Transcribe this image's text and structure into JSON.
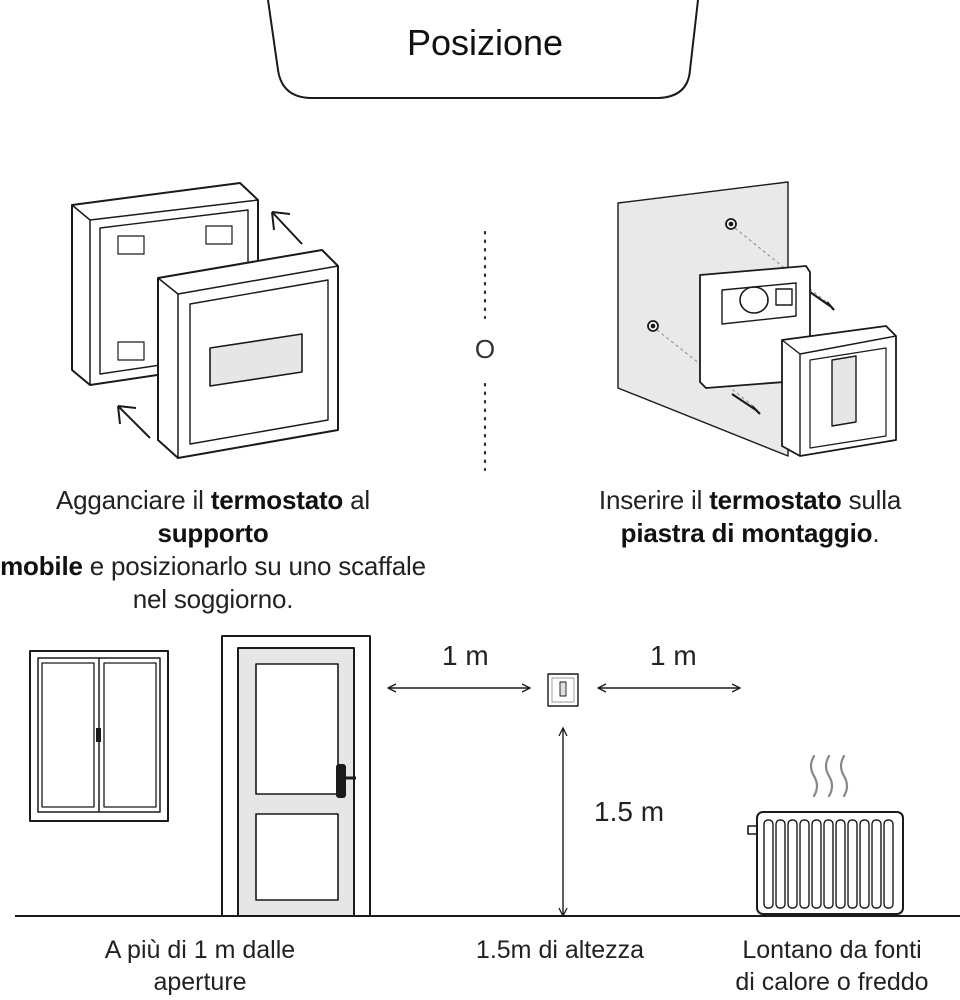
{
  "title": "Posizione",
  "separator_letter": "O",
  "left_caption": {
    "line1_a": "Agganciare il ",
    "line1_b": "termostato",
    "line1_c": " al ",
    "line1_d": "supporto",
    "line2_a": "mobile",
    "line2_b": " e posizionarlo su uno scaffale",
    "line3": "nel soggiorno."
  },
  "right_caption": {
    "line1_a": "Inserire il ",
    "line1_b": "termostato",
    "line1_c": " sulla",
    "line2_a": "piastra di montaggio",
    "line2_b": "."
  },
  "measurements": {
    "left_distance": "1 m",
    "right_distance": "1 m",
    "height": "1.5 m"
  },
  "bottom_captions": {
    "openings_line1": "A più di 1 m dalle",
    "openings_line2": "aperture",
    "height": "1.5m di altezza",
    "sources_line1": "Lontano da fonti",
    "sources_line2": "di calore o freddo"
  },
  "colors": {
    "line": "#1a1a1a",
    "panel": "#e6e6e6",
    "mid": "#b0b0b0"
  }
}
